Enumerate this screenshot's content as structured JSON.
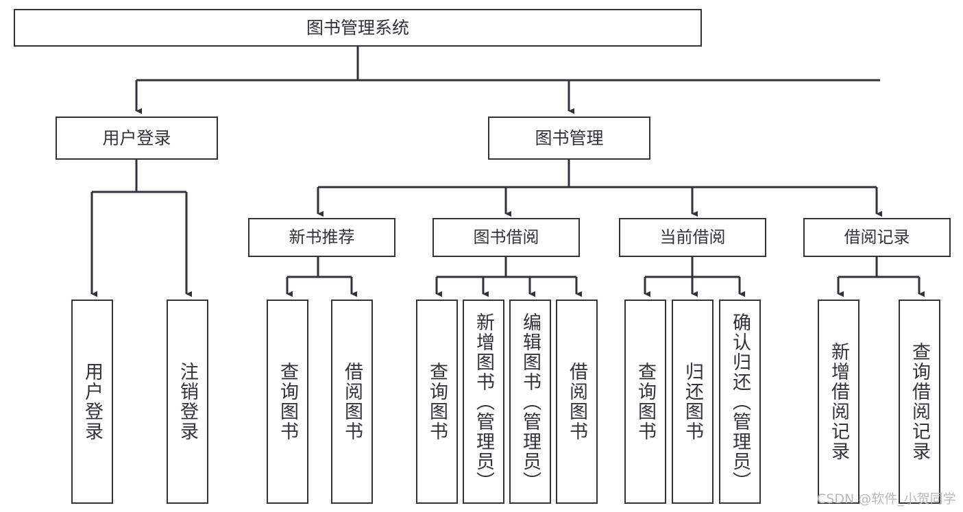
{
  "diagram": {
    "title": "图书管理系统",
    "stroke_color": "#32323a",
    "fill_color": "#ffffff",
    "background": "#ffffff",
    "nodes": {
      "root": {
        "label": "图书管理系统"
      },
      "user_login": {
        "label": "用户登录"
      },
      "book_manage": {
        "label": "图书管理"
      },
      "new_book_rec": {
        "label": "新书推荐"
      },
      "book_borrow": {
        "label": "图书借阅"
      },
      "current_borrow": {
        "label": "当前借阅"
      },
      "borrow_record": {
        "label": "借阅记录"
      },
      "leaf_user_login": {
        "label": "用户登录"
      },
      "leaf_logout": {
        "label": "注销登录"
      },
      "leaf_query_book_1": {
        "label": "查询图书"
      },
      "leaf_borrow_book_1": {
        "label": "借阅图书"
      },
      "leaf_query_book_2": {
        "label": "查询图书"
      },
      "leaf_add_book": {
        "label": "新增图书（管理员）"
      },
      "leaf_edit_book": {
        "label": "编辑图书（管理员）"
      },
      "leaf_borrow_book_2": {
        "label": "借阅图书"
      },
      "leaf_query_book_3": {
        "label": "查询图书"
      },
      "leaf_return_book": {
        "label": "归还图书"
      },
      "leaf_confirm_return": {
        "label": "确认归还（管理员）"
      },
      "leaf_add_record": {
        "label": "新增借阅记录"
      },
      "leaf_query_record": {
        "label": "查询借阅记录"
      }
    }
  },
  "watermark": {
    "text": "CSDN @软件_小贺同学"
  }
}
